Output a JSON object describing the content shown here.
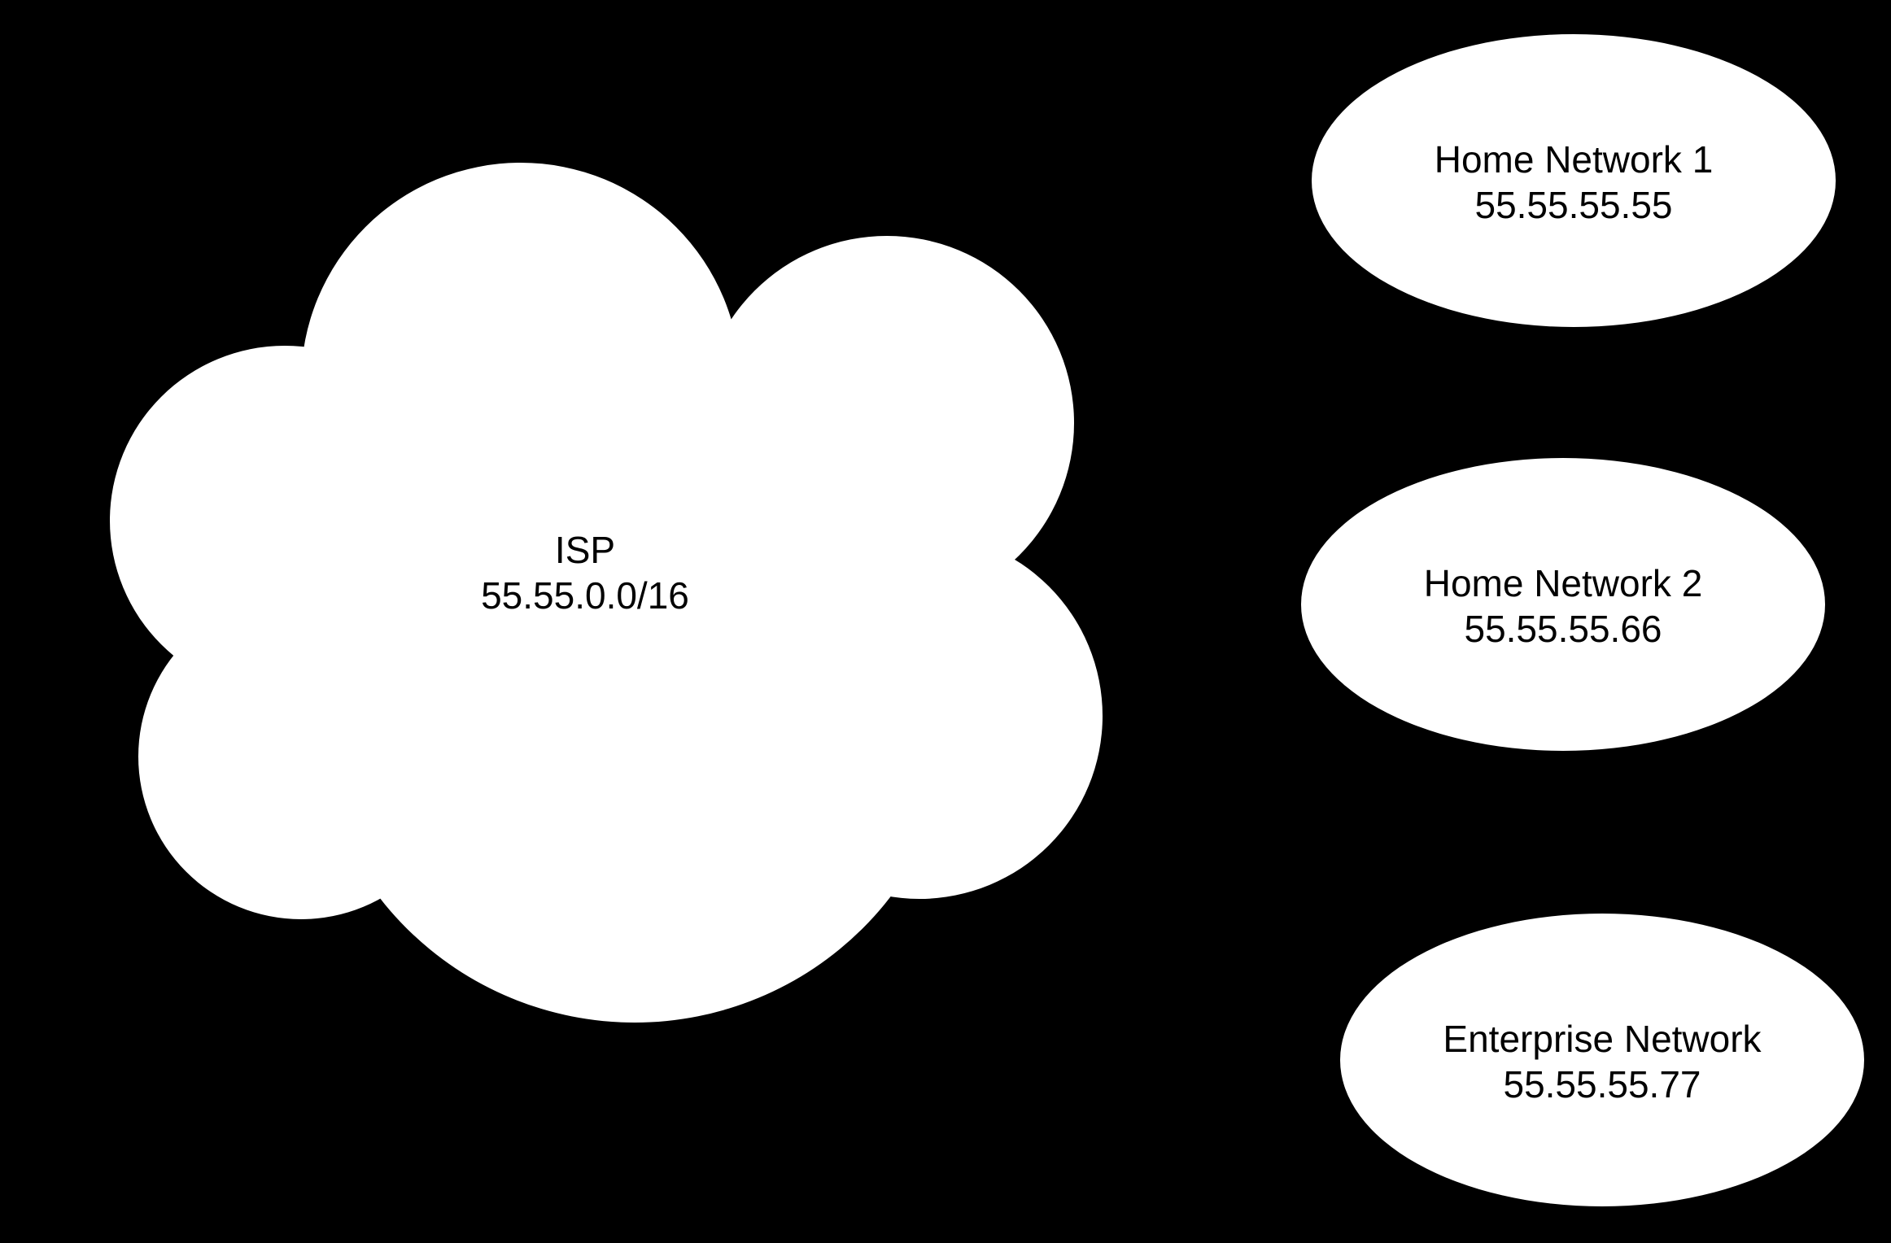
{
  "colors": {
    "background": "#000000",
    "shape_fill": "#ffffff",
    "text": "#000000"
  },
  "isp_cloud": {
    "label": "ISP",
    "subnet": "55.55.0.0/16"
  },
  "networks": [
    {
      "name": "Home Network 1",
      "address": "55.55.55.55"
    },
    {
      "name": "Home Network 2",
      "address": "55.55.55.66"
    },
    {
      "name": "Enterprise Network",
      "address": "55.55.55.77"
    }
  ]
}
